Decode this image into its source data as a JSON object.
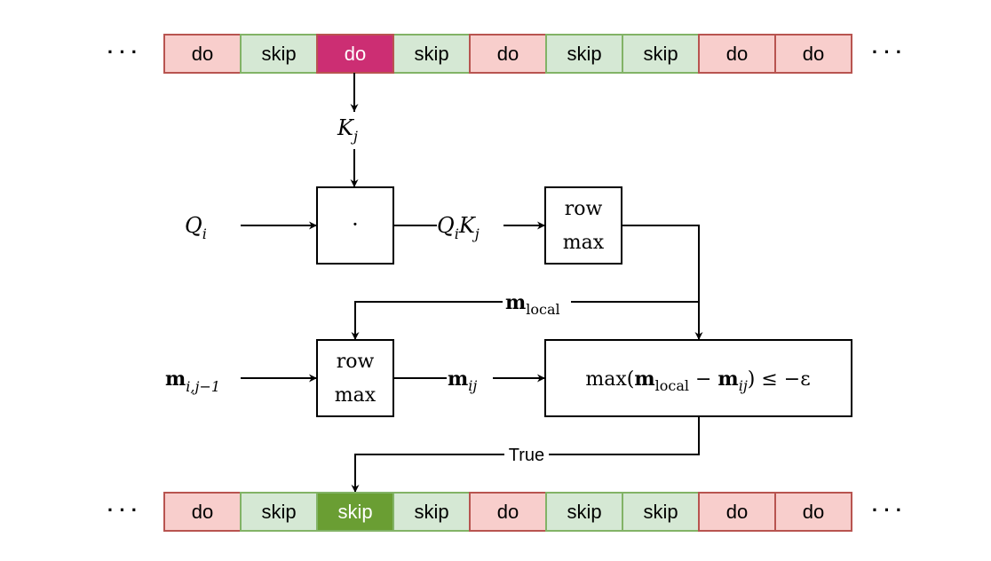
{
  "top_row": {
    "ellipsis": "· · ·",
    "cells": [
      {
        "label": "do",
        "kind": "do"
      },
      {
        "label": "skip",
        "kind": "skip"
      },
      {
        "label": "do",
        "kind": "do-active"
      },
      {
        "label": "skip",
        "kind": "skip"
      },
      {
        "label": "do",
        "kind": "do"
      },
      {
        "label": "skip",
        "kind": "skip"
      },
      {
        "label": "skip",
        "kind": "skip"
      },
      {
        "label": "do",
        "kind": "do"
      },
      {
        "label": "do",
        "kind": "do"
      }
    ]
  },
  "bottom_row": {
    "ellipsis": "· · ·",
    "cells": [
      {
        "label": "do",
        "kind": "do"
      },
      {
        "label": "skip",
        "kind": "skip"
      },
      {
        "label": "skip",
        "kind": "skip-active"
      },
      {
        "label": "skip",
        "kind": "skip"
      },
      {
        "label": "do",
        "kind": "do"
      },
      {
        "label": "skip",
        "kind": "skip"
      },
      {
        "label": "skip",
        "kind": "skip"
      },
      {
        "label": "do",
        "kind": "do"
      },
      {
        "label": "do",
        "kind": "do"
      }
    ]
  },
  "labels": {
    "k_j": {
      "base": "K",
      "sub": "j"
    },
    "q_i": {
      "base": "Q",
      "sub": "i"
    },
    "qk": {
      "base1": "Q",
      "sub1": "i",
      "base2": "K",
      "sub2": "j"
    },
    "m_local": {
      "base": "m",
      "sub": "local"
    },
    "m_prev": {
      "base": "m",
      "sub": "i,j−1"
    },
    "m_ij": {
      "base": "m",
      "sub": "ij"
    },
    "true_label": "True"
  },
  "boxes": {
    "dot": "·",
    "row_max_top": {
      "line1": "row",
      "line2": "max"
    },
    "row_max_bottom": {
      "line1": "row",
      "line2": "max"
    },
    "condition": {
      "prefix": "max(",
      "m1": "m",
      "m1_sub": "local",
      "minus": " − ",
      "m2": "m",
      "m2_sub": "ij",
      "suffix": ") ≤ −ε"
    }
  },
  "colors": {
    "do_fill": "#f8cecc",
    "do_stroke": "#b85450",
    "do_active_fill": "#cc2e73",
    "skip_fill": "#d5e8d4",
    "skip_stroke": "#82b366",
    "skip_active_fill": "#6a9e33",
    "line": "#000000"
  }
}
